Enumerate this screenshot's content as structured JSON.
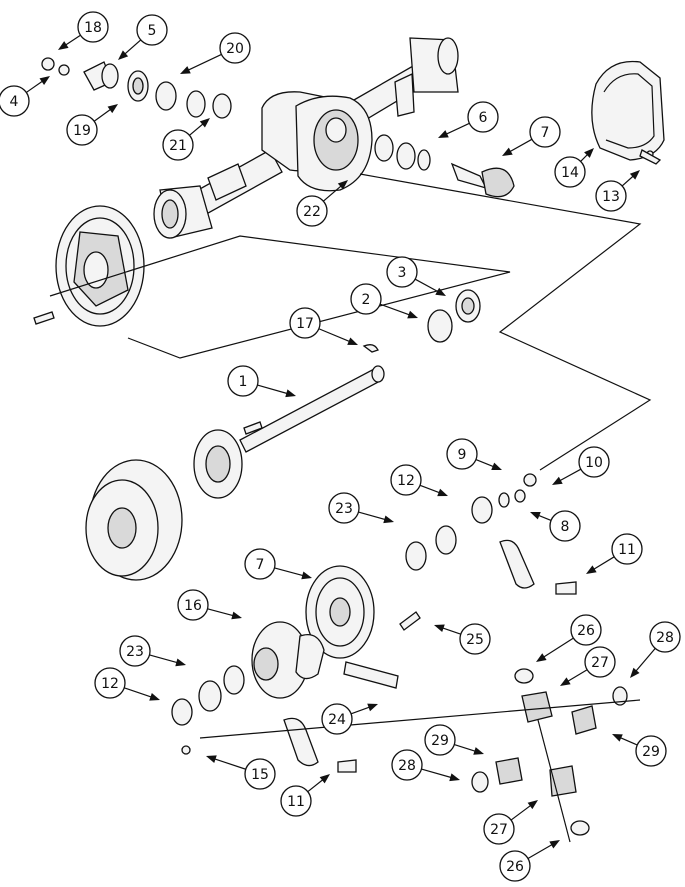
{
  "callouts": [
    {
      "label": "18"
    },
    {
      "label": "5"
    },
    {
      "label": "20"
    },
    {
      "label": "4"
    },
    {
      "label": "19"
    },
    {
      "label": "21"
    },
    {
      "label": "6"
    },
    {
      "label": "7"
    },
    {
      "label": "14"
    },
    {
      "label": "13"
    },
    {
      "label": "22"
    },
    {
      "label": "3"
    },
    {
      "label": "2"
    },
    {
      "label": "17"
    },
    {
      "label": "1"
    },
    {
      "label": "9"
    },
    {
      "label": "10"
    },
    {
      "label": "12"
    },
    {
      "label": "8"
    },
    {
      "label": "23"
    },
    {
      "label": "11"
    },
    {
      "label": "7"
    },
    {
      "label": "16"
    },
    {
      "label": "25"
    },
    {
      "label": "26"
    },
    {
      "label": "28"
    },
    {
      "label": "23"
    },
    {
      "label": "27"
    },
    {
      "label": "12"
    },
    {
      "label": "24"
    },
    {
      "label": "29"
    },
    {
      "label": "29"
    },
    {
      "label": "15"
    },
    {
      "label": "28"
    },
    {
      "label": "11"
    },
    {
      "label": "27"
    },
    {
      "label": "26"
    }
  ]
}
